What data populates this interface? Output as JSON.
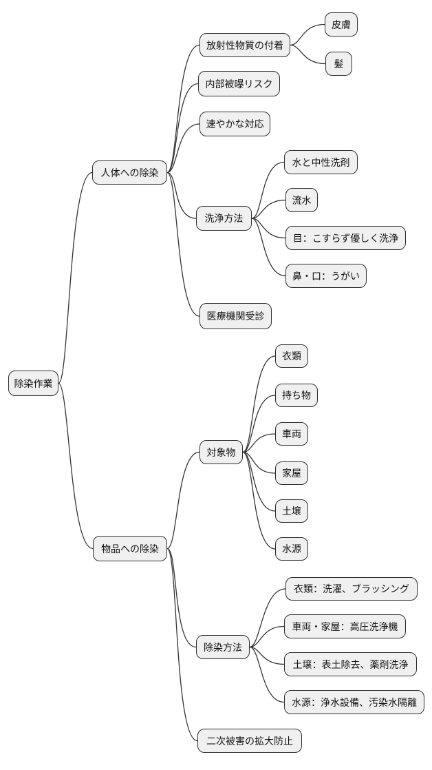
{
  "diagram": {
    "type": "mindmap",
    "node_fill_color": "#f0f0f0",
    "node_border_color": "#2e2e2e",
    "edge_color": "#333333",
    "root": {
      "label": "除染作業"
    },
    "branches": [
      {
        "label": "人体への除染",
        "children": [
          {
            "label": "放射性物質の付着",
            "children": [
              {
                "label": "皮膚"
              },
              {
                "label": "髪"
              }
            ]
          },
          {
            "label": "内部被曝リスク"
          },
          {
            "label": "速やかな対応"
          },
          {
            "label": "洗浄方法",
            "children": [
              {
                "label": "水と中性洗剤"
              },
              {
                "label": "流水"
              },
              {
                "label": "目：こすらず優しく洗浄"
              },
              {
                "label": "鼻・口：うがい"
              }
            ]
          },
          {
            "label": "医療機関受診"
          }
        ]
      },
      {
        "label": "物品への除染",
        "children": [
          {
            "label": "対象物",
            "children": [
              {
                "label": "衣類"
              },
              {
                "label": "持ち物"
              },
              {
                "label": "車両"
              },
              {
                "label": "家屋"
              },
              {
                "label": "土壌"
              },
              {
                "label": "水源"
              }
            ]
          },
          {
            "label": "除染方法",
            "children": [
              {
                "label": "衣類：洗濯、ブラッシング"
              },
              {
                "label": "車両・家屋：高圧洗浄機"
              },
              {
                "label": "土壌：表土除去、薬剤洗浄"
              },
              {
                "label": "水源：浄水設備、汚染水隔離"
              }
            ]
          },
          {
            "label": "二次被害の拡大防止"
          }
        ]
      }
    ]
  }
}
